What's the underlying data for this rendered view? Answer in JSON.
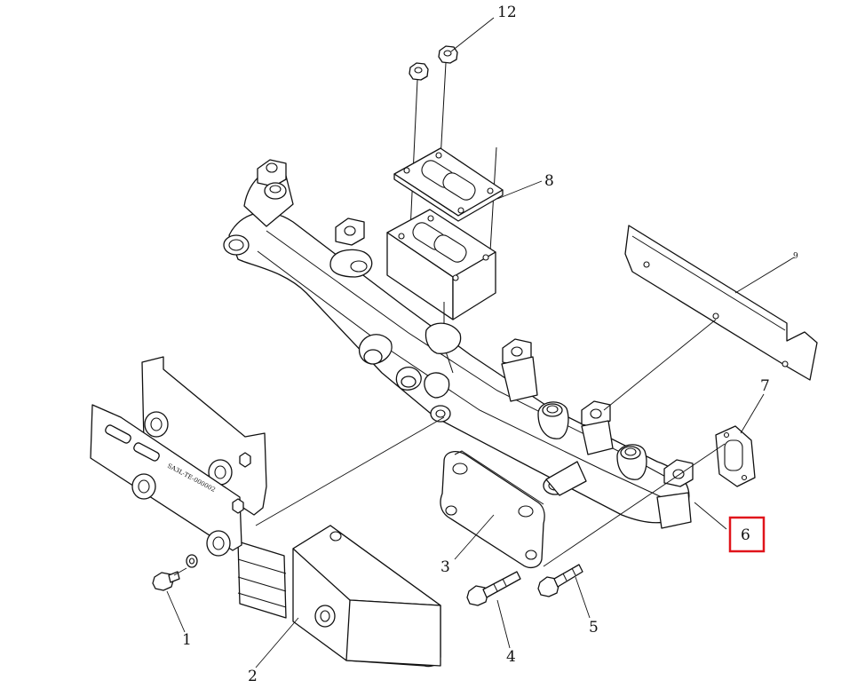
{
  "diagram": {
    "callouts": [
      {
        "id": "1",
        "label": "1"
      },
      {
        "id": "2",
        "label": "2"
      },
      {
        "id": "3",
        "label": "3"
      },
      {
        "id": "4",
        "label": "4"
      },
      {
        "id": "5",
        "label": "5"
      },
      {
        "id": "6",
        "label": "6"
      },
      {
        "id": "7",
        "label": "7"
      },
      {
        "id": "8",
        "label": "8"
      },
      {
        "id": "9",
        "label": "9"
      },
      {
        "id": "12",
        "label": "12"
      }
    ],
    "highlighted_callout": "6",
    "highlight_color": "#e0141b",
    "stamp_text": "SA3L-TE-000002"
  }
}
